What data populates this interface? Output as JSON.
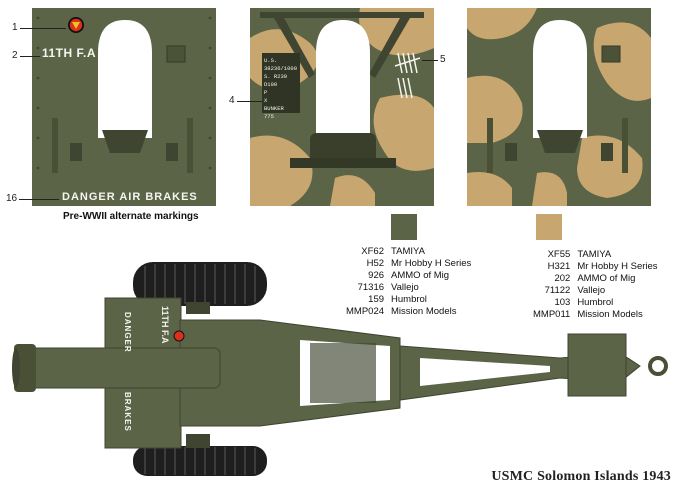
{
  "colors": {
    "olive_drab": "#5b6446",
    "olive_dark": "#3f4530",
    "sand": "#c8a670",
    "sand_dark": "#a68852",
    "background": "#ffffff",
    "stencil_white": "#f4f4f0"
  },
  "panels": {
    "left": {
      "unit_marking": "11TH F.A",
      "warning_text": "DANGER AIR BRAKES",
      "caption": "Pre-WWII alternate markings"
    },
    "middle": {
      "data_plate_lines": [
        "U.S. 38236/1000",
        "S. R230 D100",
        "P",
        "X",
        "BUNKER",
        "775"
      ]
    }
  },
  "callouts": [
    {
      "label": "1"
    },
    {
      "label": "2"
    },
    {
      "label": "4"
    },
    {
      "label": "5"
    },
    {
      "label": "16"
    }
  ],
  "paints": [
    {
      "color_name": "olive-drab",
      "rows": [
        {
          "code": "XF62",
          "brand": "TAMIYA"
        },
        {
          "code": "H52",
          "brand": "Mr Hobby H Series"
        },
        {
          "code": "926",
          "brand": "AMMO of Mig"
        },
        {
          "code": "71316",
          "brand": "Vallejo"
        },
        {
          "code": "159",
          "brand": "Humbrol"
        },
        {
          "code": "MMP024",
          "brand": "Mission Models"
        }
      ]
    },
    {
      "color_name": "sand",
      "rows": [
        {
          "code": "XF55",
          "brand": "TAMIYA"
        },
        {
          "code": "H321",
          "brand": "Mr Hobby H Series"
        },
        {
          "code": "202",
          "brand": "AMMO of Mig"
        },
        {
          "code": "71122",
          "brand": "Vallejo"
        },
        {
          "code": "103",
          "brand": "Humbrol"
        },
        {
          "code": "MMP011",
          "brand": "Mission Models"
        }
      ]
    }
  ],
  "gun": {
    "shield_left_text": "DANGER",
    "shield_right_text": "BRAKES",
    "shield_unit": "11TH F.A"
  },
  "title": "USMC Solomon Islands 1943"
}
